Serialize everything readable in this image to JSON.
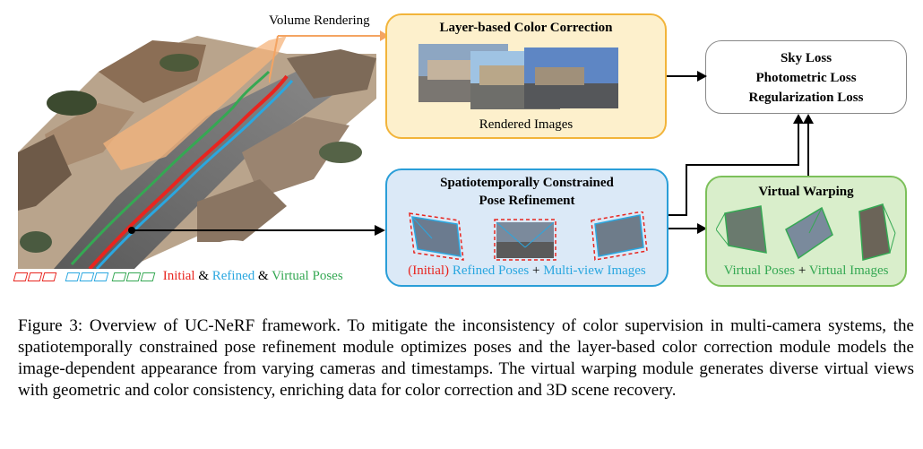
{
  "diagram": {
    "volume_rendering_label": "Volume Rendering",
    "color_box": {
      "title": "Layer-based Color Correction",
      "subtitle": "Rendered Images"
    },
    "loss_box": {
      "lines": [
        "Sky Loss",
        "Photometric Loss",
        "Regularization Loss"
      ]
    },
    "pose_box": {
      "title_line1": "Spatiotemporally Constrained",
      "title_line2": "Pose Refinement",
      "bottom_initial": "(Initial)",
      "bottom_refined": "Refined Poses",
      "bottom_plus": "+",
      "bottom_multiview": "Multi-view Images"
    },
    "warp_box": {
      "title": "Virtual Warping",
      "bottom_poses": "Virtual Poses",
      "bottom_plus": "+",
      "bottom_images": "Virtual Images"
    },
    "legend": {
      "initial": "Initial",
      "amp1": "&",
      "refined": "Refined",
      "amp2": "&",
      "virtual": "Virtual Poses"
    },
    "colors": {
      "initial": "#e8251f",
      "refined": "#2aa7e0",
      "virtual": "#35a853",
      "color_box_fill": "#fdf0cc",
      "color_box_border": "#f2b43a",
      "pose_box_fill": "#dbe9f7",
      "pose_box_border": "#2a9ed8",
      "warp_box_fill": "#d9eecb",
      "warp_box_border": "#7cc05a"
    }
  },
  "caption": {
    "text": "Figure 3: Overview of UC-NeRF framework. To mitigate the inconsistency of color supervision in multi-camera systems, the spatiotemporally constrained pose refinement module optimizes poses and the layer-based color correction module models the image-dependent appearance from varying cameras and timestamps. The virtual warping module generates diverse virtual views with geometric and color consistency, enriching data for color correction and 3D scene recovery."
  }
}
